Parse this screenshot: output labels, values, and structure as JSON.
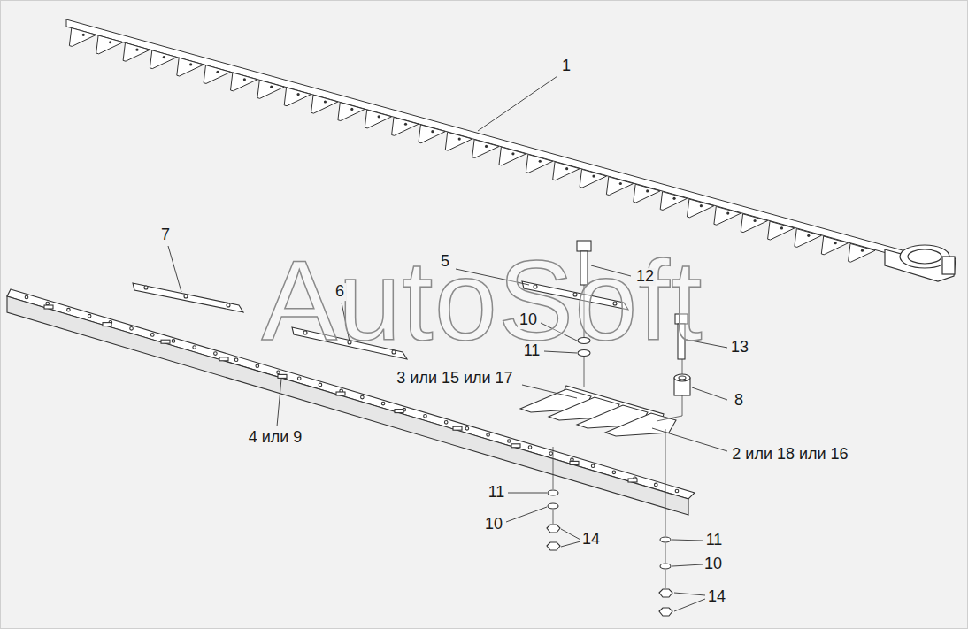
{
  "diagram": {
    "labels": [
      "1",
      "7",
      "5",
      "6",
      "12",
      "10",
      "11",
      "13",
      "3 или 15 или 17",
      "8",
      "4 или 9",
      "2 или 18 или 16",
      "11",
      "10",
      "14",
      "11",
      "10",
      "14",
      "AutoSoft"
    ]
  }
}
